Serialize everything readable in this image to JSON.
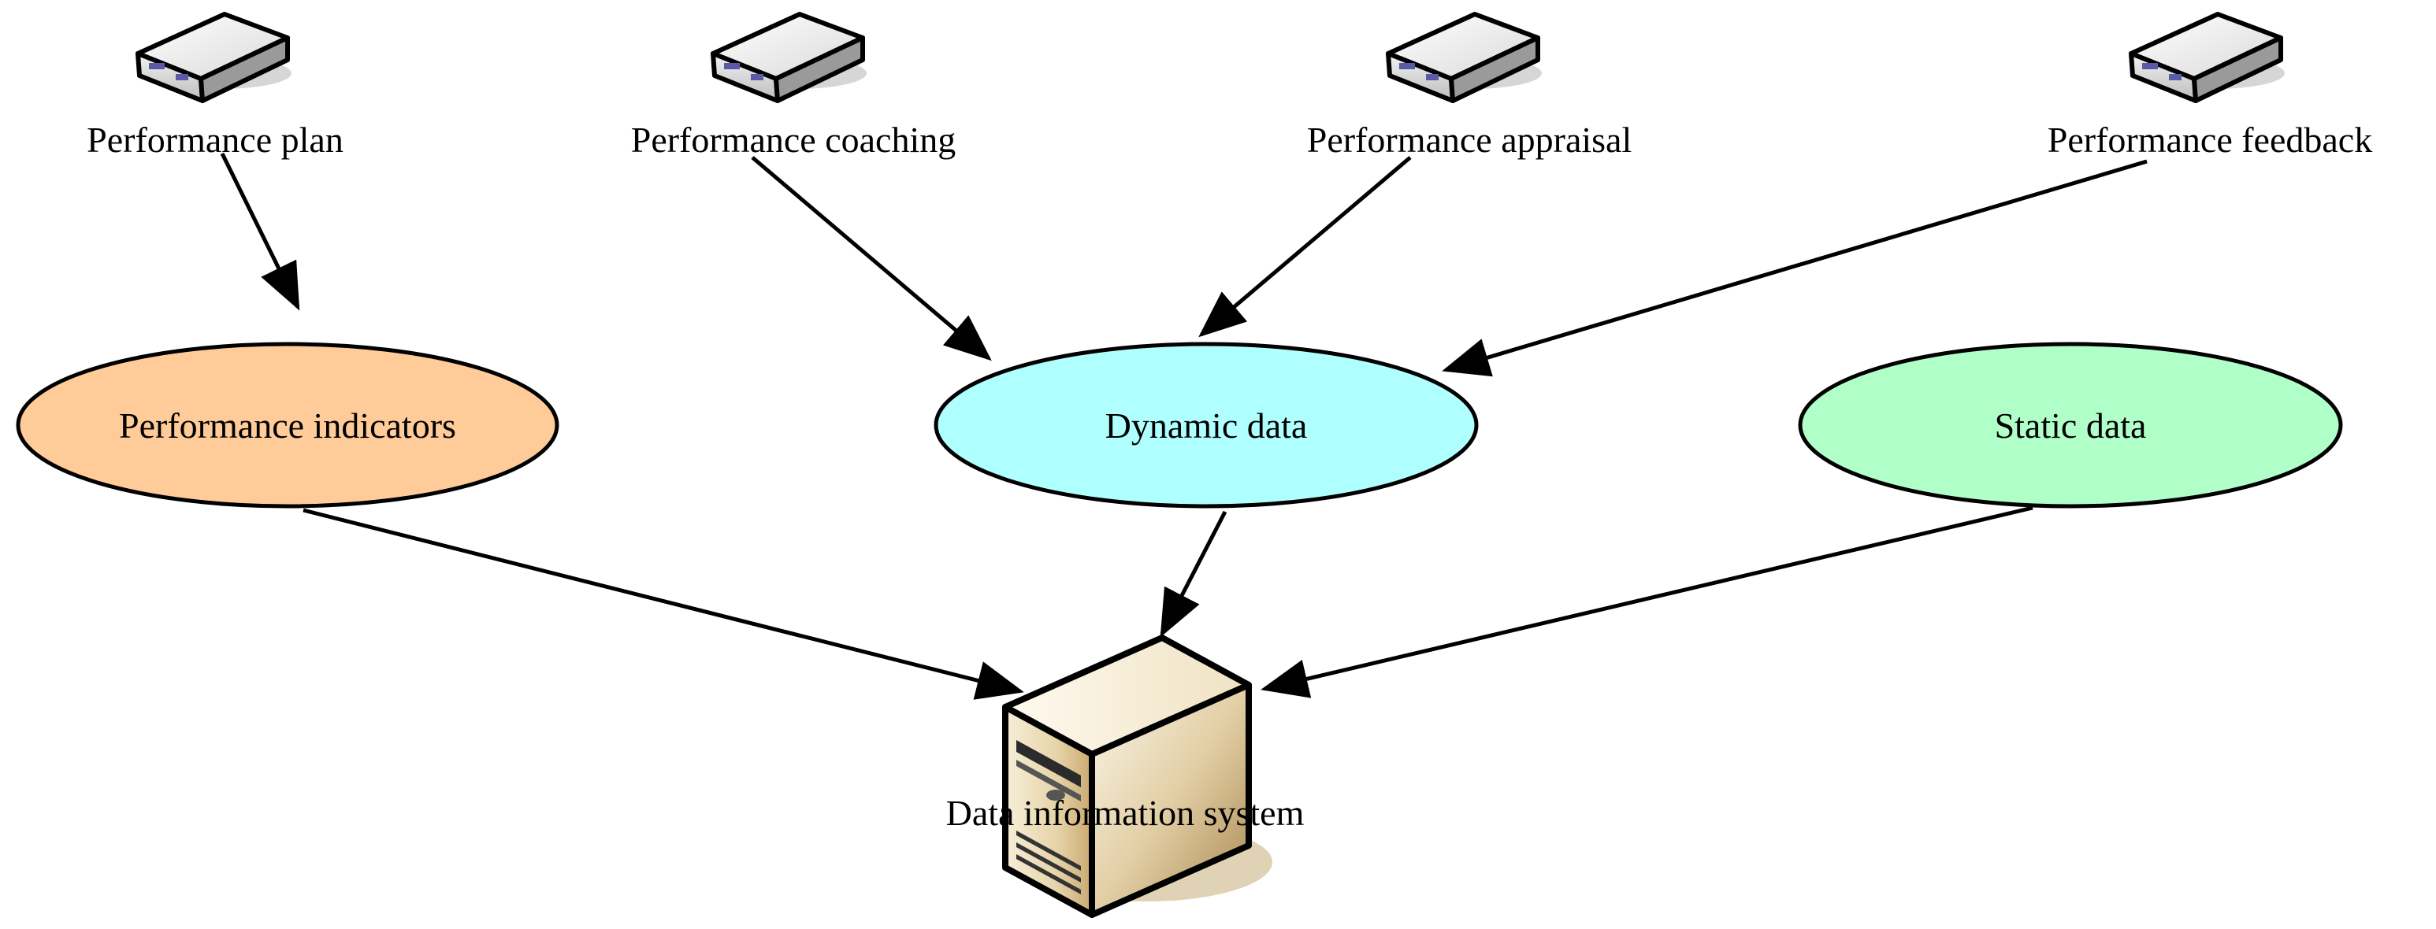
{
  "sources": [
    {
      "id": "plan",
      "label": "Performance plan",
      "icon": "device-icon"
    },
    {
      "id": "coaching",
      "label": "Performance coaching",
      "icon": "device-icon"
    },
    {
      "id": "appraisal",
      "label": "Performance appraisal",
      "icon": "device-icon"
    },
    {
      "id": "feedback",
      "label": "Performance feedback",
      "icon": "device-icon"
    }
  ],
  "nodes": [
    {
      "id": "indicators",
      "label": "Performance indicators",
      "color": "#FFCC99"
    },
    {
      "id": "dynamic",
      "label": "Dynamic data",
      "color": "#B0FFFF"
    },
    {
      "id": "static",
      "label": "Static data",
      "color": "#B0FFC8"
    }
  ],
  "system": {
    "label": "Data information system",
    "icon": "server-icon"
  },
  "edges": [
    {
      "from": "plan",
      "to": "indicators"
    },
    {
      "from": "coaching",
      "to": "dynamic"
    },
    {
      "from": "appraisal",
      "to": "dynamic"
    },
    {
      "from": "feedback",
      "to": "dynamic"
    },
    {
      "from": "indicators",
      "to": "system"
    },
    {
      "from": "dynamic",
      "to": "system"
    },
    {
      "from": "static",
      "to": "system"
    }
  ]
}
